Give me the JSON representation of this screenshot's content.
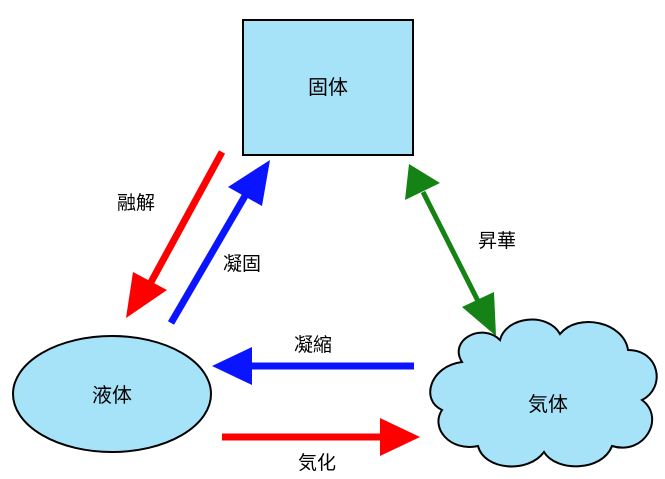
{
  "nodes": {
    "solid": {
      "label": "固体"
    },
    "liquid": {
      "label": "液体"
    },
    "gas": {
      "label": "気体"
    }
  },
  "edges": {
    "melting": {
      "label": "融解"
    },
    "freezing": {
      "label": "凝固"
    },
    "sublimation": {
      "label": "昇華"
    },
    "deposition": {
      "label": "凝縮"
    },
    "vaporization": {
      "label": "気化"
    }
  },
  "colors": {
    "node_fill": "#a7e3f8",
    "outline": "#000000",
    "red": "#ff0000",
    "blue": "#0a14ff",
    "green": "#148214"
  }
}
